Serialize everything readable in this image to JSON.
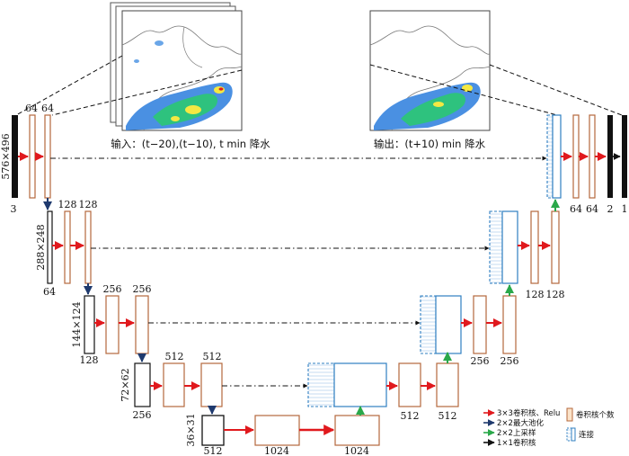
{
  "input_caption": "输入：(t−20),(t−10), t  min  降水",
  "output_caption": "输出：(t+10)  min  降水",
  "level1": {
    "dim": "576×496",
    "in_ch": "3",
    "c1": "64",
    "c2": "64",
    "dec1": "64",
    "dec2": "64",
    "out": "2",
    "final": "1"
  },
  "level2": {
    "dim": "288×248",
    "in_ch": "64",
    "c1": "128",
    "c2": "128",
    "dec1": "128",
    "dec2": "128"
  },
  "level3": {
    "dim": "144×124",
    "in_ch": "128",
    "c1": "256",
    "c2": "256",
    "dec1": "256",
    "dec2": "256"
  },
  "level4": {
    "dim": "72×62",
    "in_ch": "256",
    "c1": "512",
    "c2": "512",
    "dec1": "512",
    "dec2": "512"
  },
  "level5": {
    "dim": "36×31",
    "in_ch": "512",
    "c1": "1024",
    "c2": "1024"
  },
  "legend": {
    "conv": "3×3卷积核、Relu",
    "pool": "2×2最大池化",
    "up": "2×2上采样",
    "final_conv": "1×1卷积核",
    "kernels": "卷积核个数",
    "concat": "连接"
  },
  "colors": {
    "conv_arrow": "#e0191d",
    "pool_arrow": "#1f3a6e",
    "up_arrow": "#2aa84a",
    "final_arrow": "#111111",
    "block_border": "#b5683c",
    "concat_border": "#2f7fc1"
  }
}
